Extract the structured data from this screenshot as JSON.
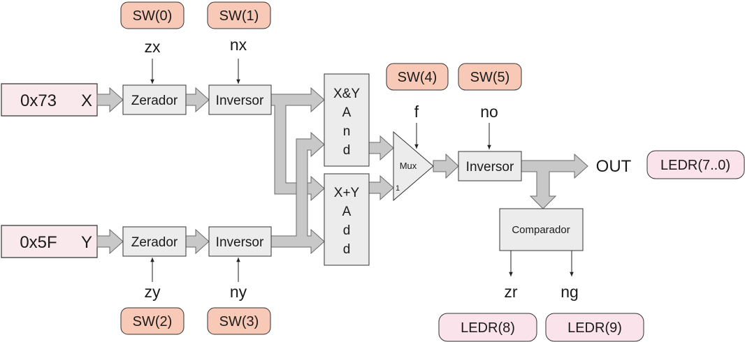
{
  "inputs": {
    "x": {
      "value": "0x73",
      "name": "X"
    },
    "y": {
      "value": "0x5F",
      "name": "Y"
    }
  },
  "blocks": {
    "zerador_x": "Zerador",
    "zerador_y": "Zerador",
    "inversor_x": "Inversor",
    "inversor_y": "Inversor",
    "and_lines": [
      "X&Y",
      "A",
      "n",
      "d"
    ],
    "add_lines": [
      "X+Y",
      "A",
      "d",
      "d"
    ],
    "mux": "Mux",
    "mux_sel1": "1",
    "inversor_out": "Inversor",
    "comparador": "Comparador"
  },
  "controls": {
    "zx": "zx",
    "nx": "nx",
    "zy": "zy",
    "ny": "ny",
    "f": "f",
    "no": "no"
  },
  "switches": {
    "sw0": "SW(0)",
    "sw1": "SW(1)",
    "sw2": "SW(2)",
    "sw3": "SW(3)",
    "sw4": "SW(4)",
    "sw5": "SW(5)"
  },
  "outputs": {
    "out": "OUT",
    "zr": "zr",
    "ng": "ng"
  },
  "leds": {
    "out": "LEDR(7..0)",
    "zr": "LEDR(8)",
    "ng": "LEDR(9)"
  },
  "colors": {
    "switch_fill": "#f8c9b6",
    "led_fill": "#fae3ea",
    "block_fill": "#ececec",
    "bus_fill": "#c8c8c8"
  }
}
